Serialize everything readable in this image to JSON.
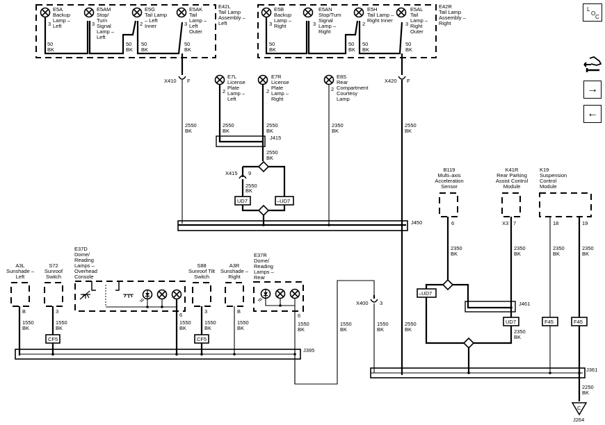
{
  "toolbar": {
    "loc_button": {
      "letters": [
        "L",
        "O",
        "C"
      ]
    },
    "dtc_icon": "connector-hand-icon",
    "next_arrow": "→",
    "prev_arrow": "←"
  },
  "assemblies": {
    "left": {
      "id": "E42L",
      "name": [
        "Tail Lamp",
        "Assembly –",
        "Left"
      ]
    },
    "right": {
      "id": "E42R",
      "name": [
        "Tail Lamp",
        "Assembly –",
        "Right"
      ]
    }
  },
  "lamps_left": [
    {
      "id": "E5A",
      "name": [
        "Backup",
        "Lamp –",
        "Left"
      ],
      "pin": "3",
      "wire": [
        "50",
        "BK"
      ]
    },
    {
      "id": "E5AM",
      "name": [
        "Stop/",
        "Turn",
        "Signal",
        "Lamp –",
        "Left"
      ],
      "pin": "3",
      "wire": [
        "50",
        "BK"
      ]
    },
    {
      "id": "E5G",
      "name": [
        "Tail Lamp",
        "– Left",
        "Inner"
      ],
      "pin": "2",
      "wire": [
        "50",
        "BK"
      ]
    },
    {
      "id": "E5AK",
      "name": [
        "Tail",
        "Lamp –",
        "Left",
        "Outer"
      ],
      "pin": "3",
      "wire": [
        "50",
        "BK"
      ]
    }
  ],
  "lamps_right": [
    {
      "id": "E5B",
      "name": [
        "Backup",
        "Lamp –",
        "Right"
      ],
      "pin": "3",
      "wire": [
        "50",
        "BK"
      ]
    },
    {
      "id": "E5AN",
      "name": [
        "Stop/Turn",
        "Signal",
        "Lamp –",
        "Right"
      ],
      "pin": "3",
      "wire": [
        "50",
        "BK"
      ]
    },
    {
      "id": "E5H",
      "name": [
        "Tail Lamp –",
        "Right Inner"
      ],
      "pin": "2",
      "wire": [
        "50",
        "BK"
      ]
    },
    {
      "id": "E5AL",
      "name": [
        "Tail",
        "Lamp –",
        "Right",
        "Outer"
      ],
      "pin": "3",
      "wire": [
        "50",
        "BK"
      ]
    }
  ],
  "connectors": {
    "x410": {
      "id": "X410",
      "pin": "F"
    },
    "x420": {
      "id": "X420",
      "pin": "F"
    },
    "x415": {
      "id": "X415",
      "pin": "9"
    },
    "x400": {
      "id": "X400",
      "pin": "3"
    }
  },
  "license_lamps": [
    {
      "id": "E7L",
      "name": [
        "License",
        "Plate",
        "Lamp –",
        "Left"
      ],
      "pin": "2"
    },
    {
      "id": "E7R",
      "name": [
        "License",
        "Plate",
        "Lamp –",
        "Right"
      ],
      "pin": "2"
    },
    {
      "id": "E8S",
      "name": [
        "Rear",
        "Compartment",
        "Courtesy",
        "Lamp"
      ],
      "pin": "2"
    }
  ],
  "splices": {
    "j415": "J415",
    "j450": "J450",
    "j461": "J461",
    "j361": "J361",
    "j395": "J395",
    "j264": "J264"
  },
  "ground_symbol": "C",
  "options": {
    "ud7": "UD7",
    "not_ud7": "–UD7",
    "cf5": "CF5",
    "f45": "F45"
  },
  "wire_labels": {
    "w2550": [
      "2550",
      "BK"
    ],
    "w2350": [
      "2350",
      "BK"
    ],
    "w1550": [
      "1550",
      "BK"
    ],
    "w2250": [
      "2250",
      "BK"
    ]
  },
  "modules": [
    {
      "id": "B119",
      "name": [
        "Multi–axis",
        "Acceleration",
        "Sensor"
      ],
      "pins": [
        "6"
      ]
    },
    {
      "id": "K41R",
      "name": [
        "Rear Parking",
        "Assist Control",
        "Module"
      ],
      "connector": "X3",
      "pins": [
        "7"
      ]
    },
    {
      "id": "K19",
      "name": [
        "Suspension",
        "Control",
        "Module"
      ],
      "pins": [
        "18",
        "19"
      ]
    }
  ],
  "roof_components": [
    {
      "id": "A3L",
      "name": [
        "Sunshade –",
        "Left"
      ],
      "pin": "B"
    },
    {
      "id": "S72",
      "name": [
        "Sunroof",
        "Switch"
      ],
      "pin": "3"
    },
    {
      "id": "E37D",
      "name": [
        "Dome/",
        "Reading",
        "Lamps –",
        "Overhead",
        "Console"
      ],
      "pin": "6"
    },
    {
      "id": "S88",
      "name": [
        "Sunroof Tilt",
        "Switch"
      ],
      "pin": "3"
    },
    {
      "id": "A3R",
      "name": [
        "Sunshade –",
        "Right"
      ],
      "pin": "B"
    },
    {
      "id": "E37R",
      "name": [
        "Dome/",
        "Reading",
        "Lamps –",
        "Rear"
      ],
      "pin": "6"
    }
  ]
}
